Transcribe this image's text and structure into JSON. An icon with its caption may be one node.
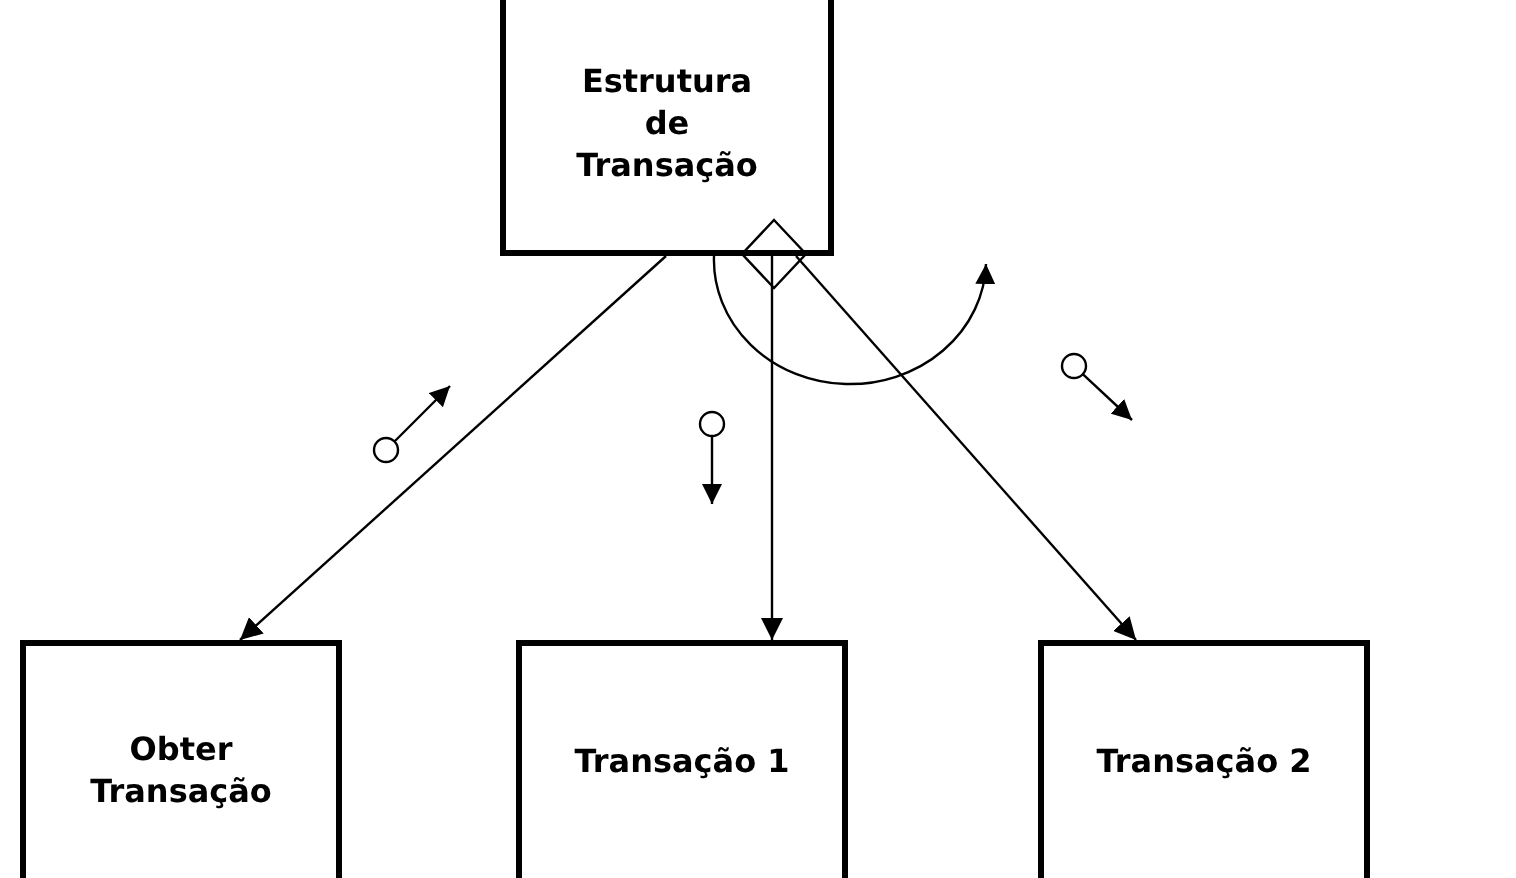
{
  "diagram": {
    "nodes": [
      {
        "text": [
          "Estrutura de Transação"
        ]
      },
      {
        "text": [
          "Obter Transação"
        ]
      },
      {
        "text": [
          "Transação 1"
        ]
      },
      {
        "text": [
          "Transação 2"
        ]
      }
    ],
    "edges": [
      {
        "from": 0,
        "to": 1,
        "arrow": "to"
      },
      {
        "from": 0,
        "to": 2,
        "arrow": "to"
      },
      {
        "from": 0,
        "to": 3,
        "arrow": "to"
      }
    ]
  }
}
